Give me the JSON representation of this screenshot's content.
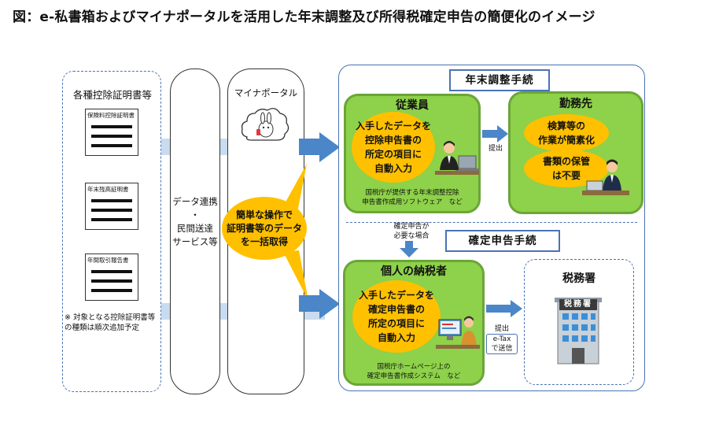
{
  "title": "図：e-私書箱およびマイナポータルを活用した年末調整及び所得税確定申告の簡便化のイメージ",
  "left_panel": {
    "title": "各種控除証明書等",
    "documents": [
      "保険料控除証明書",
      "年末残高証明書",
      "年間取引報告書"
    ],
    "note": "※ 対象となる控除証明書等の種類は順次追加予定"
  },
  "middle": {
    "column1_lines": [
      "データ連携",
      "・",
      "民間送達",
      "サービス等"
    ],
    "column2_label": "マイナポータル",
    "bubble_lines": [
      "簡単な操作で",
      "証明書等のデータ",
      "を一括取得"
    ]
  },
  "year_end": {
    "section_label": "年末調整手続",
    "employee": {
      "title": "従業員",
      "bubble_lines": [
        "入手したデータを",
        "控除申告書の",
        "所定の項目に",
        "自動入力"
      ],
      "caption_lines": [
        "国税庁が提供する年末調整控除",
        "申告書作成用ソフトウェア　など"
      ]
    },
    "submit_label": "提出",
    "employer": {
      "title": "勤務先",
      "bubble1_lines": [
        "検算等の",
        "作業が簡素化"
      ],
      "bubble2_lines": [
        "書類の保管",
        "は不要"
      ]
    }
  },
  "transition_label_lines": [
    "確定申告が",
    "必要な場合"
  ],
  "final_return": {
    "section_label": "確定申告手続",
    "taxpayer": {
      "title": "個人の納税者",
      "bubble_lines": [
        "入手したデータを",
        "確定申告書の",
        "所定の項目に",
        "自動入力"
      ],
      "caption_lines": [
        "国税庁ホームページ上の",
        "確定申告書作成システム　など"
      ]
    },
    "submit_lines": [
      "提出",
      "e-Tax",
      "で送信"
    ],
    "tax_office": {
      "title": "税務署",
      "sign": "税務署"
    }
  },
  "colors": {
    "blue_border": "#4a73b5",
    "green": "#8ed14a",
    "green_border": "#6ba539",
    "yellow": "#ffc000",
    "arrow_blue": "#4a86c8",
    "arrow_band": "#c9dbf0"
  }
}
